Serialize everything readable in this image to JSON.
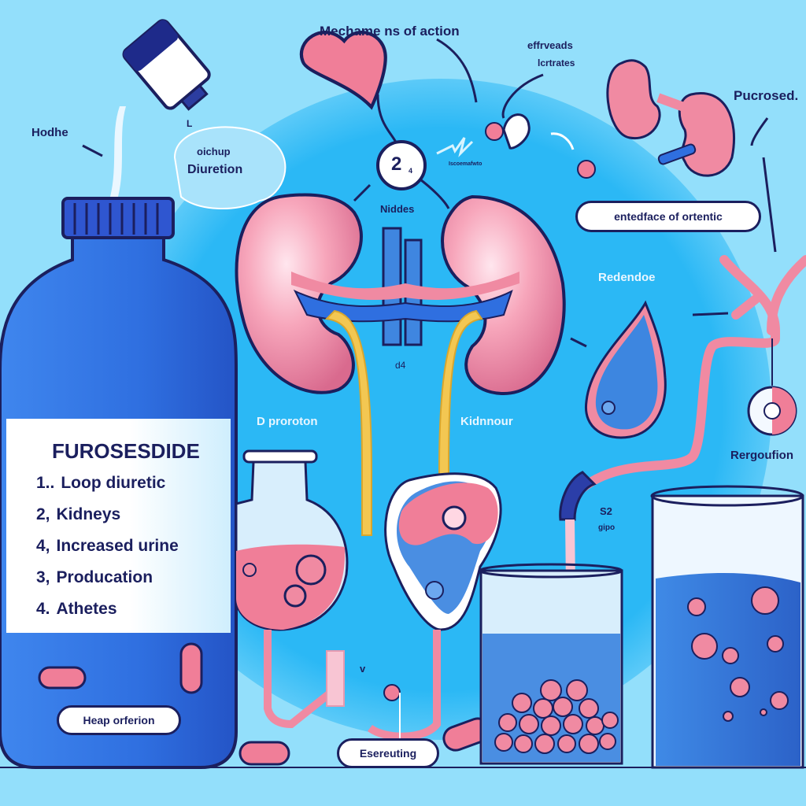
{
  "title": "Mechame ns of action",
  "colors": {
    "background_light": "#93dffb",
    "background_bright": "#2bb8f5",
    "bottle_blue": "#2f6fe0",
    "kidney_pink": "#f08aa2",
    "outline_navy": "#1b1f5e",
    "ureter_yellow": "#f3c752",
    "water_blue": "#3d86e0"
  },
  "labels": {
    "top_center": "Mechame ns of action",
    "top_right_line1": "effrveads",
    "top_right_line2": "lcrtrates",
    "hodhe": "Hodhe",
    "bubble_small": "L",
    "bubble_line1": "oichup",
    "bubble_line2": "Diuretion",
    "circle_number": "2",
    "circle_sub": "4",
    "squiggle_caption": "Iscoemafwto",
    "niddes": "Niddes",
    "purosed": "Pucrosed.",
    "orientic_pill": "entedface of ortentic",
    "redendoe": "Redendoe",
    "d4": "d4",
    "d_proroton": "D proroton",
    "kidnnour": "Kidnnour",
    "regoufion": "Rergoufion",
    "s2": "S2",
    "gipo": "gipo",
    "v_mark": "v",
    "heap_pill": "Heap orferion",
    "esereuting_pill": "Esereuting"
  },
  "bottle_label": {
    "title": "FUROSESDIDE",
    "items": [
      {
        "num": "1..",
        "text": "Loop diuretic"
      },
      {
        "num": "2,",
        "text": "Kidneys"
      },
      {
        "num": "4,",
        "text": "Increased urine"
      },
      {
        "num": "3,",
        "text": "Producation"
      },
      {
        "num": "4.",
        "text": "Athetes"
      }
    ]
  },
  "icons": {
    "vial": "vial-icon",
    "heart": "heart-icon",
    "kidneys": "kidneys-icon",
    "small_kidneys": "small-kidneys-icon",
    "flask": "flask-icon",
    "droplet": "water-drop-icon",
    "glass_pills": "glass-with-pills-icon",
    "tall_glass": "tall-glass-icon",
    "capsule": "capsule-icon",
    "receptor": "receptor-icon"
  }
}
